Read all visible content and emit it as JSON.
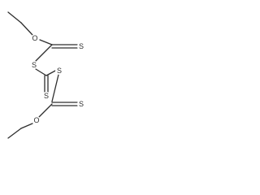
{
  "molecule": {
    "atoms": [
      {
        "label": "O"
      },
      {
        "label": "S"
      },
      {
        "label": "S"
      },
      {
        "label": "S"
      },
      {
        "label": "S"
      },
      {
        "label": "S"
      },
      {
        "label": "O"
      }
    ]
  },
  "colors": {
    "bond": "#2e2e2e",
    "label": "#2e2e2e",
    "background": "#ffffff"
  }
}
